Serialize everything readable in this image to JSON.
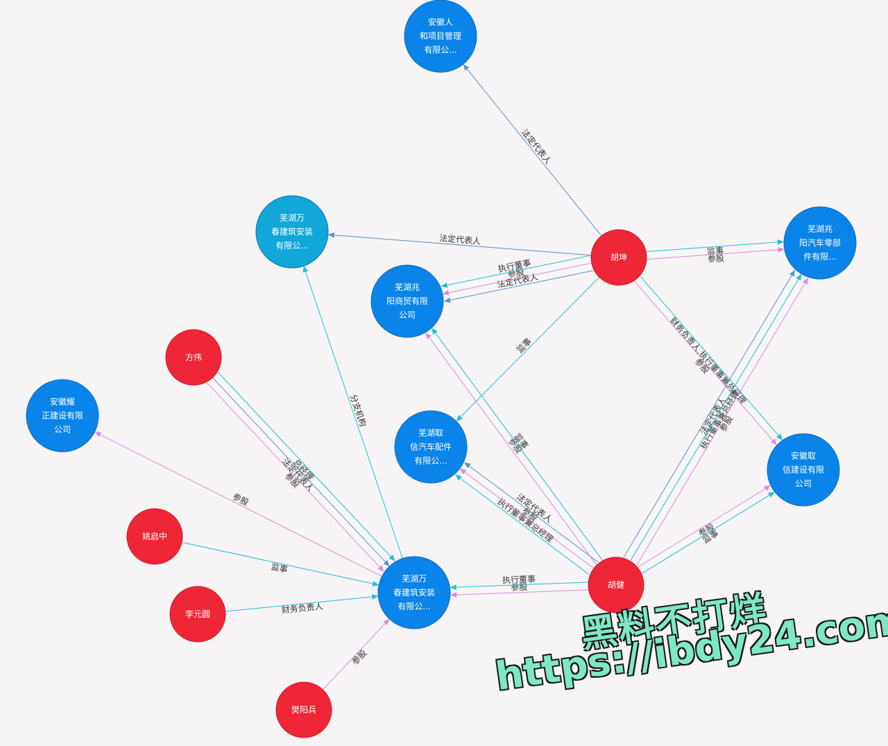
{
  "colors": {
    "person": "#ef2637",
    "company": "#0a84e8",
    "branch": "#11a7d8",
    "legal_rep": "#5b93c9",
    "shareholder": "#d98be0",
    "supervisor": "#1ec0dc",
    "text": "#333333",
    "background": "#f6f4f4"
  },
  "nodes": [
    {
      "id": "anhui_heren",
      "type": "company",
      "label": [
        "安徽人",
        "和项目管理",
        "有限公..."
      ]
    },
    {
      "id": "wuhu_wanchun_top",
      "type": "branch",
      "label": [
        "芜湖万",
        "春建筑安装",
        "有限公..."
      ]
    },
    {
      "id": "wuhu_zhaoyang_trade",
      "type": "company",
      "label": [
        "芜湖兆",
        "阳商贸有限",
        "公司"
      ]
    },
    {
      "id": "hukun",
      "type": "person",
      "label": [
        "胡坤"
      ]
    },
    {
      "id": "wuhu_zhaoyang_auto",
      "type": "company",
      "label": [
        "芜湖兆",
        "阳汽车零部",
        "件有限..."
      ]
    },
    {
      "id": "fangwei",
      "type": "person",
      "label": [
        "方伟"
      ]
    },
    {
      "id": "anhui_yaozheng",
      "type": "company",
      "label": [
        "安徽耀",
        "正建设有限",
        "公司"
      ]
    },
    {
      "id": "wuhu_quxin_auto",
      "type": "company",
      "label": [
        "芜湖取",
        "信汽车配件",
        "有限公..."
      ]
    },
    {
      "id": "anhui_quxin_const",
      "type": "company",
      "label": [
        "安徽取",
        "信建设有限",
        "公司"
      ]
    },
    {
      "id": "yaoqizhong",
      "type": "person",
      "label": [
        "姚启中"
      ]
    },
    {
      "id": "wuhu_wanchun_main",
      "type": "company",
      "label": [
        "芜湖万",
        "春建筑安装",
        "有限公..."
      ]
    },
    {
      "id": "hujian",
      "type": "person",
      "label": [
        "胡健"
      ]
    },
    {
      "id": "liyuanyuan",
      "type": "person",
      "label": [
        "李元圆"
      ]
    },
    {
      "id": "fanyangbing",
      "type": "person",
      "label": [
        "樊阳兵"
      ]
    }
  ],
  "edges": [
    {
      "from": "hukun",
      "to": "anhui_heren",
      "label": "法定代表人",
      "kind": "legal_rep"
    },
    {
      "from": "hukun",
      "to": "wuhu_wanchun_top",
      "label": "法定代表人",
      "kind": "legal_rep"
    },
    {
      "from": "hukun",
      "to": "wuhu_zhaoyang_trade",
      "label": "法定代表人",
      "kind": "legal_rep"
    },
    {
      "from": "hukun",
      "to": "wuhu_zhaoyang_trade",
      "label": "参股",
      "kind": "shareholder"
    },
    {
      "from": "hukun",
      "to": "wuhu_zhaoyang_trade",
      "label": "执行董事",
      "kind": "supervisor"
    },
    {
      "from": "hukun",
      "to": "wuhu_zhaoyang_auto",
      "label": "监事",
      "kind": "supervisor"
    },
    {
      "from": "hukun",
      "to": "wuhu_zhaoyang_auto",
      "label": "参股",
      "kind": "shareholder"
    },
    {
      "from": "hukun",
      "to": "wuhu_quxin_auto",
      "label": "监事",
      "kind": "supervisor"
    },
    {
      "from": "hukun",
      "to": "anhui_quxin_const",
      "label": "财务负责人,执行董事兼总经理",
      "kind": "supervisor"
    },
    {
      "from": "hukun",
      "to": "anhui_quxin_const",
      "label": "参股",
      "kind": "shareholder"
    },
    {
      "from": "hujian",
      "to": "wuhu_zhaoyang_auto",
      "label": "法定代表人",
      "kind": "legal_rep"
    },
    {
      "from": "hujian",
      "to": "wuhu_zhaoyang_auto",
      "label": "执行董事兼总经理",
      "kind": "supervisor"
    },
    {
      "from": "hujian",
      "to": "wuhu_zhaoyang_auto",
      "label": "参股",
      "kind": "shareholder"
    },
    {
      "from": "hujian",
      "to": "anhui_quxin_const",
      "label": "参股",
      "kind": "shareholder"
    },
    {
      "from": "hujian",
      "to": "anhui_quxin_const",
      "label": "监事",
      "kind": "supervisor"
    },
    {
      "from": "hujian",
      "to": "wuhu_zhaoyang_trade",
      "label": "参股",
      "kind": "shareholder"
    },
    {
      "from": "hujian",
      "to": "wuhu_zhaoyang_trade",
      "label": "监事",
      "kind": "supervisor"
    },
    {
      "from": "hujian",
      "to": "wuhu_quxin_auto",
      "label": "执行董事兼总经理",
      "kind": "supervisor"
    },
    {
      "from": "hujian",
      "to": "wuhu_quxin_auto",
      "label": "参股",
      "kind": "shareholder"
    },
    {
      "from": "hujian",
      "to": "wuhu_quxin_auto",
      "label": "法定代表人",
      "kind": "legal_rep"
    },
    {
      "from": "hujian",
      "to": "wuhu_wanchun_main",
      "label": "参股",
      "kind": "shareholder"
    },
    {
      "from": "hujian",
      "to": "wuhu_wanchun_main",
      "label": "执行董事",
      "kind": "supervisor"
    },
    {
      "from": "wuhu_wanchun_main",
      "to": "wuhu_wanchun_top",
      "label": "分支机构",
      "kind": "supervisor"
    },
    {
      "from": "fangwei",
      "to": "wuhu_wanchun_main",
      "label": "总经理",
      "kind": "supervisor"
    },
    {
      "from": "fangwei",
      "to": "wuhu_wanchun_main",
      "label": "法定代表人",
      "kind": "legal_rep"
    },
    {
      "from": "fangwei",
      "to": "wuhu_wanchun_main",
      "label": "参股",
      "kind": "shareholder"
    },
    {
      "from": "wuhu_wanchun_main",
      "to": "anhui_yaozheng",
      "label": "参股",
      "kind": "shareholder"
    },
    {
      "from": "yaoqizhong",
      "to": "wuhu_wanchun_main",
      "label": "监事",
      "kind": "supervisor"
    },
    {
      "from": "liyuanyuan",
      "to": "wuhu_wanchun_main",
      "label": "财务负责人",
      "kind": "supervisor"
    },
    {
      "from": "fanyangbing",
      "to": "wuhu_wanchun_main",
      "label": "参股",
      "kind": "shareholder"
    }
  ],
  "watermark": {
    "line1": "黑料不打烊",
    "line2": "https://ibdy24.com"
  }
}
